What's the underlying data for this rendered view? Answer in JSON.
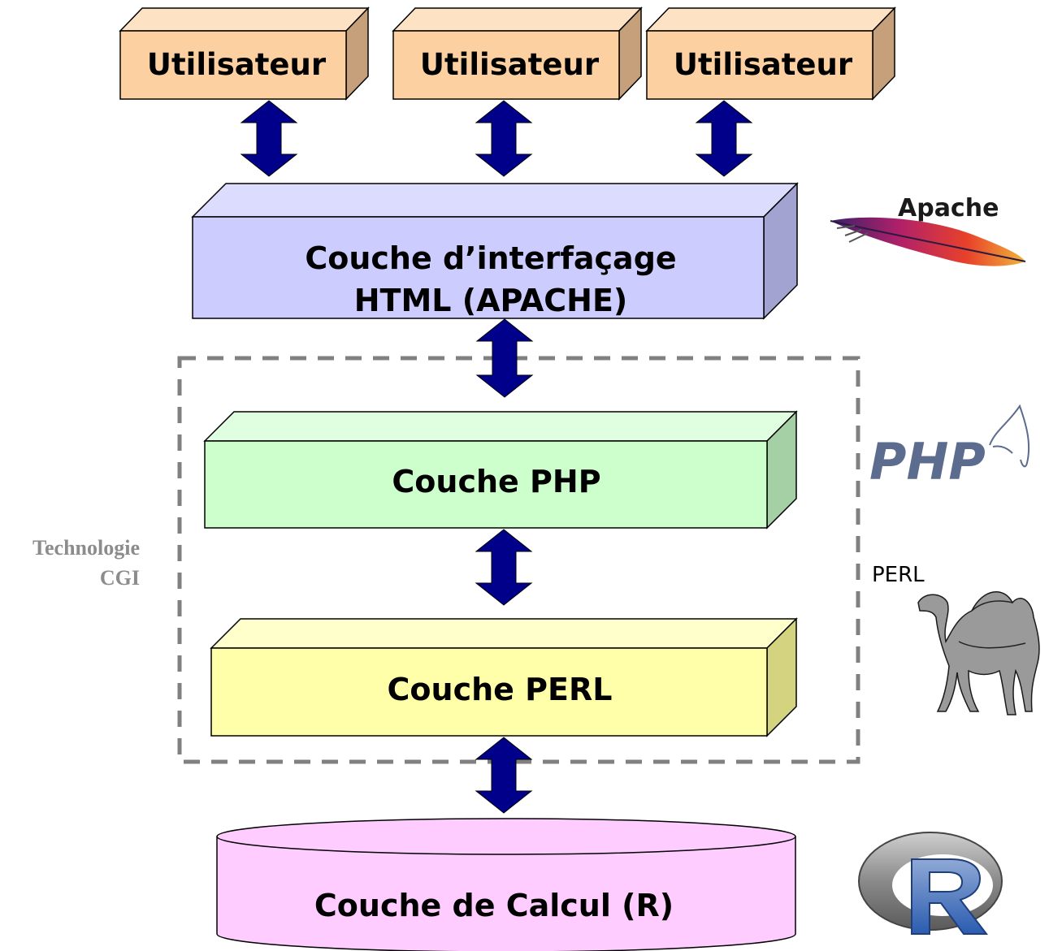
{
  "users": [
    "Utilisateur",
    "Utilisateur",
    "Utilisateur"
  ],
  "layers": {
    "html_line1": "Couche d’interfaçage",
    "html_line2": "HTML (APACHE)",
    "php": "Couche PHP",
    "perl": "Couche PERL",
    "calc": "Couche de Calcul (R)"
  },
  "cgi_group": {
    "line1": "Technologie",
    "line2": "CGI"
  },
  "logos": {
    "apache": "Apache",
    "php": "PHP",
    "perl": "PERL",
    "r_icon": "r-logo-icon"
  },
  "colors": {
    "user_box": "#fcd0a0",
    "html_box": "#ccccff",
    "php_box": "#ccffcc",
    "perl_box": "#ffffaa",
    "calc_box": "#ffccff",
    "arrow": "#00008b",
    "dashed_border": "#808080"
  }
}
